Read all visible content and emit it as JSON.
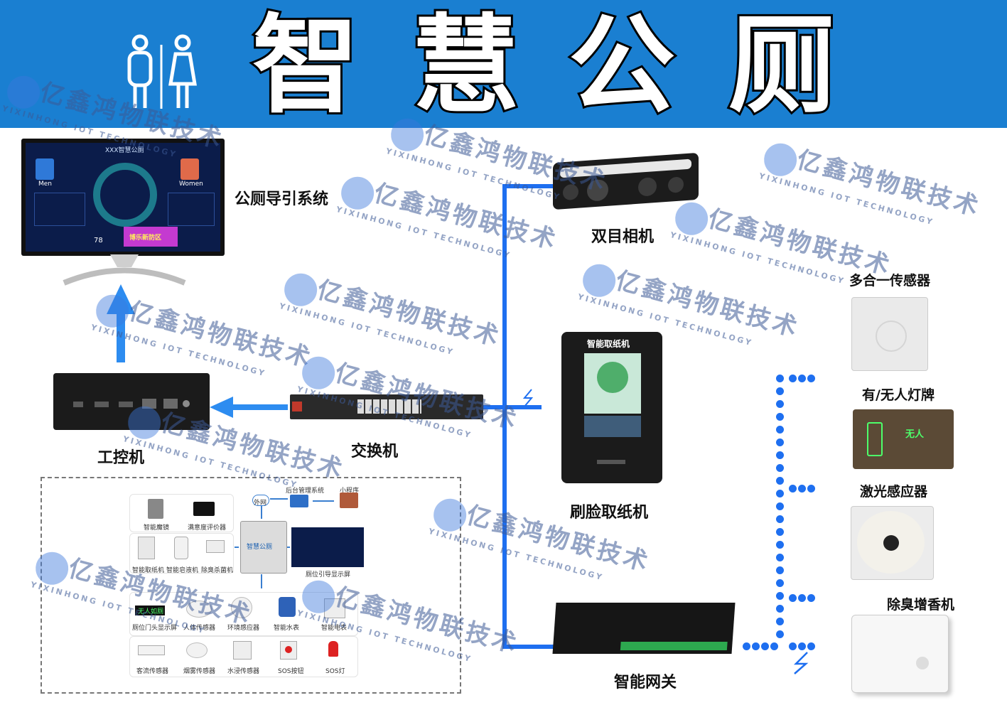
{
  "banner": {
    "title_chars": [
      "智",
      "慧",
      "公",
      "厕"
    ]
  },
  "devices": {
    "guide_system": "公厕导引系统",
    "binocular_camera": "双目相机",
    "multi_sensor": "多合一传感器",
    "occupancy_light": "有/无人灯牌",
    "laser_sensor": "激光感应器",
    "deodorizer": "除臭增香机",
    "face_paper": "刷脸取纸机",
    "gateway": "智能网关",
    "switch": "交换机",
    "ipc": "工控机"
  },
  "screens": {
    "paper_machine_header": "智能取纸机",
    "occupancy_sign": "无人",
    "monitor_title": "XXX智慧公厕",
    "monitor_banner": "博乐新防区",
    "monitor_male": "Men",
    "monitor_female": "Women",
    "monitor_number": "78"
  },
  "inset": {
    "cloud": "外网",
    "backend": "后台管理系统",
    "miniprogram": "小程序",
    "guide_screen": "厕位引导显示屏",
    "cabinet": "智慧公厕",
    "row1": [
      "智能魔镜",
      "满意度评价器"
    ],
    "row2": [
      "智能取纸机",
      "智能皂液机",
      "除臭杀菌机"
    ],
    "row3": [
      "厕位门头显示屏",
      "人体传感器",
      "环境感应器",
      "智能水表",
      "智能电表"
    ],
    "row4": [
      "客流传感器",
      "烟雾传感器",
      "水浸传感器",
      "SOS按钮",
      "SOS灯"
    ],
    "door_display": "无人如厕"
  },
  "watermark": {
    "company": "亿鑫鸿物联技术",
    "english": "YIXINHONG IOT TECHNOLOGY"
  },
  "colors": {
    "banner": "#1a7fd1",
    "line": "#1e6ff0",
    "arrow": "#2d8cf0"
  }
}
